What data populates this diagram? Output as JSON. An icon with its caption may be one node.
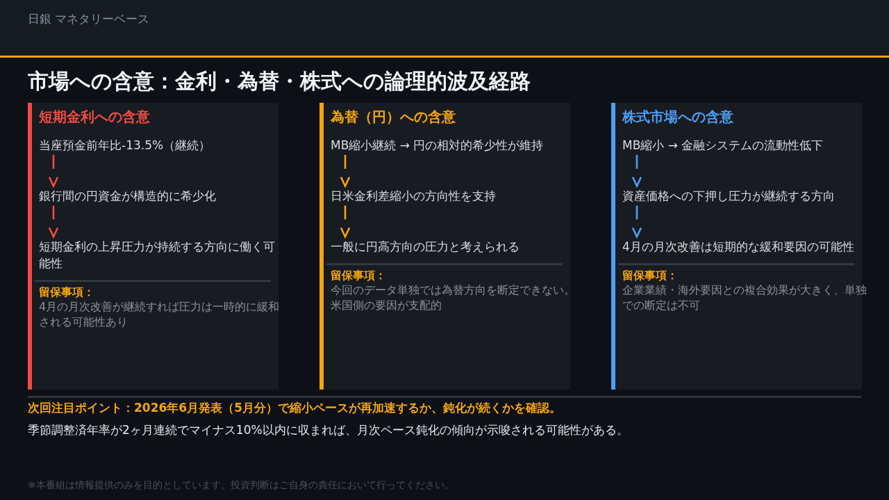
{
  "diagram": {
    "title": "市場への含意：金利・為替・株式への論理的波及経路",
    "nodes": [
      {
        "text": [
          "短期金利への含意",
          "留保事項：",
          "4月の月次改善が継続すれば圧力は一時的に緩和される可能性あり"
        ]
      },
      {
        "text": [
          "当座預金前年比-13.5%（継続）"
        ],
        "in": 0
      },
      {
        "text": [
          "銀行間の円資金が構造的に希少化"
        ],
        "in": 0
      },
      {
        "text": [
          "短期金利の上昇圧力が持続する方向に働く可能性"
        ],
        "in": 0
      },
      {
        "text": [
          "為替（円）への含意",
          "留保事項：",
          "今回のデータ単独では為替方向を断定できない。米国側の要因が支配的"
        ]
      },
      {
        "text": [
          "MB縮小継続 → 円の相対的希少性が維持"
        ],
        "in": 4
      },
      {
        "text": [
          "日米金利差縮小の方向性を支持"
        ],
        "in": 4
      },
      {
        "text": [
          "一般に円高方向の圧力と考えられる"
        ],
        "in": 4
      },
      {
        "text": [
          "株式市場への含意",
          "留保事項：",
          "企業業績・海外要因との複合効果が大きく、単独での断定は不可"
        ]
      },
      {
        "text": [
          "MB縮小 → 金融システムの流動性低下"
        ],
        "in": 8
      },
      {
        "text": [
          "資産価格への下押し圧力が継続する方向"
        ],
        "in": 8
      },
      {
        "text": [
          "4月の月次改善は短期的な緩和要因の可能性"
        ],
        "in": 8
      }
    ],
    "edges": [
      {
        "from": 1,
        "to": 2,
        "arrow": "to",
        "color": "#f14c45"
      },
      {
        "from": 2,
        "to": 3,
        "arrow": "to",
        "color": "#f14c45"
      },
      {
        "from": 5,
        "to": 6,
        "arrow": "to",
        "color": "#f5a50b"
      },
      {
        "from": 6,
        "to": 7,
        "arrow": "to",
        "color": "#f5a50b"
      },
      {
        "from": 9,
        "to": 10,
        "arrow": "to",
        "color": "#4d9ff5"
      },
      {
        "from": 10,
        "to": 11,
        "arrow": "to",
        "color": "#4d9ff5"
      }
    ],
    "labels": [
      "日銀 マネタリーベース",
      "次回注目ポイント：2026年6月発表（5月分）で縮小ペースが再加速するか、鈍化が続くかを確認。",
      "季節調整済年率が2ヶ月連続でマイナス10%以内に収まれば、月次ペース鈍化の傾向が示唆される可能性がある。",
      "※本番組は情報提供のみを目的としています。投資判断はご自身の責任において行ってください。"
    ]
  }
}
